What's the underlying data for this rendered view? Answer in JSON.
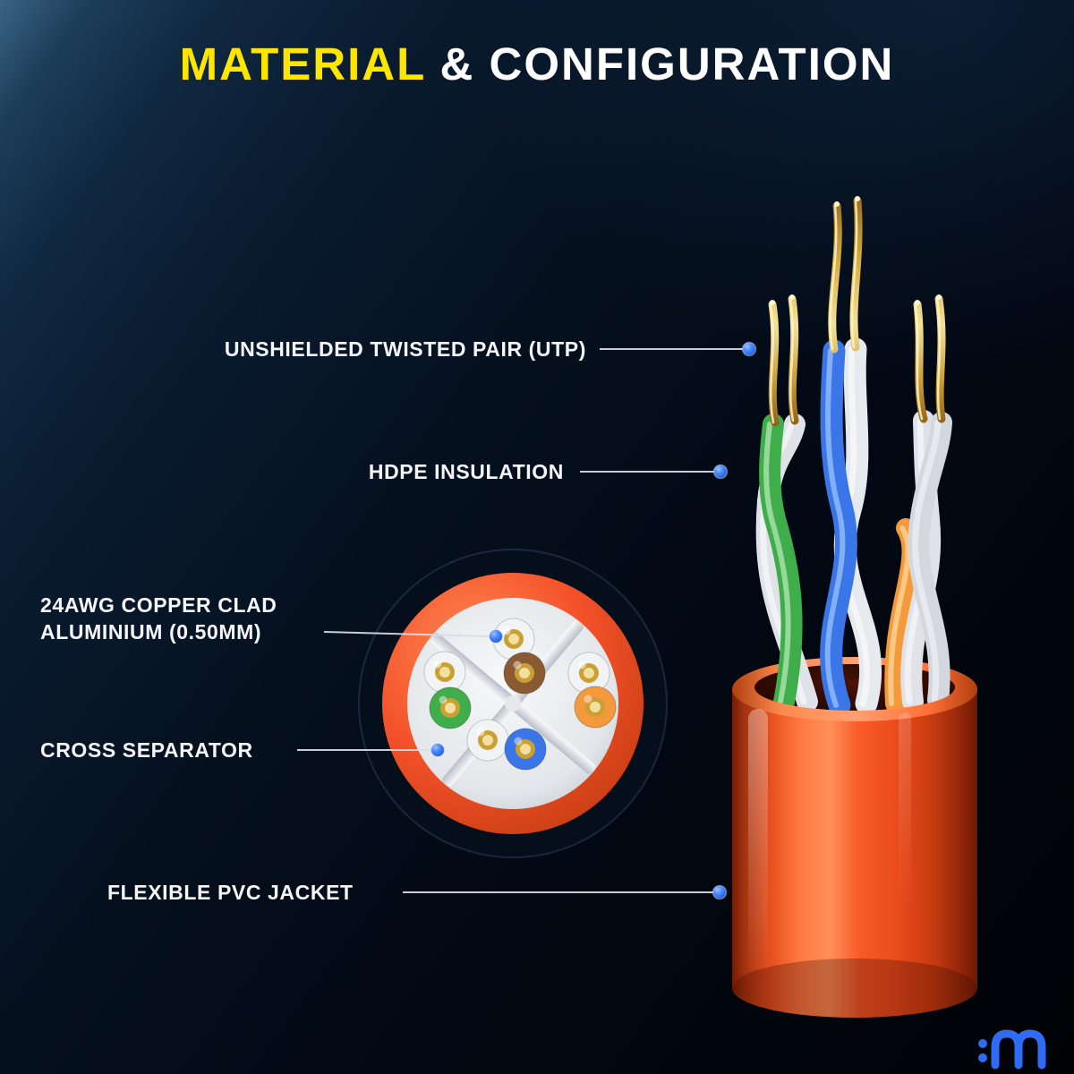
{
  "title": {
    "highlight": "MATERIAL",
    "rest": "& CONFIGURATION"
  },
  "callouts": [
    {
      "id": "utp",
      "label": "UNSHIELDED TWISTED PAIR (UTP)"
    },
    {
      "id": "hdpe-insulation",
      "label": "HDPE INSULATION"
    },
    {
      "id": "copper-clad-aluminium",
      "lines": [
        "24AWG COPPER CLAD",
        "ALUMINIUM (0.50MM)"
      ]
    },
    {
      "id": "cross-separator",
      "label": "CROSS SEPARATOR"
    },
    {
      "id": "pvc-jacket",
      "label": "FLEXIBLE PVC JACKET"
    }
  ],
  "diagram": {
    "jacket_color": "#F4522A",
    "copper_color": "#D8AC45",
    "separator_color": "#EDEFF2",
    "cross_section_pairs": [
      {
        "position": "top",
        "conductors": [
          "white",
          "brown"
        ]
      },
      {
        "position": "left",
        "conductors": [
          "white",
          "green"
        ]
      },
      {
        "position": "right",
        "conductors": [
          "white",
          "orange"
        ]
      },
      {
        "position": "bottom",
        "conductors": [
          "white",
          "blue"
        ]
      }
    ],
    "pair_insulation_colors": [
      "white",
      "brown",
      "green",
      "orange",
      "blue"
    ]
  },
  "style": {
    "accent_yellow": "#FFE600",
    "text_color": "#F4F6F9",
    "callout_dot_blue": "#2F6FE0",
    "background_navy": "#081422"
  },
  "icons": {
    "brand_logo": "wave-m-logo"
  },
  "brand": {
    "logo_color": "#2E6CF6"
  }
}
